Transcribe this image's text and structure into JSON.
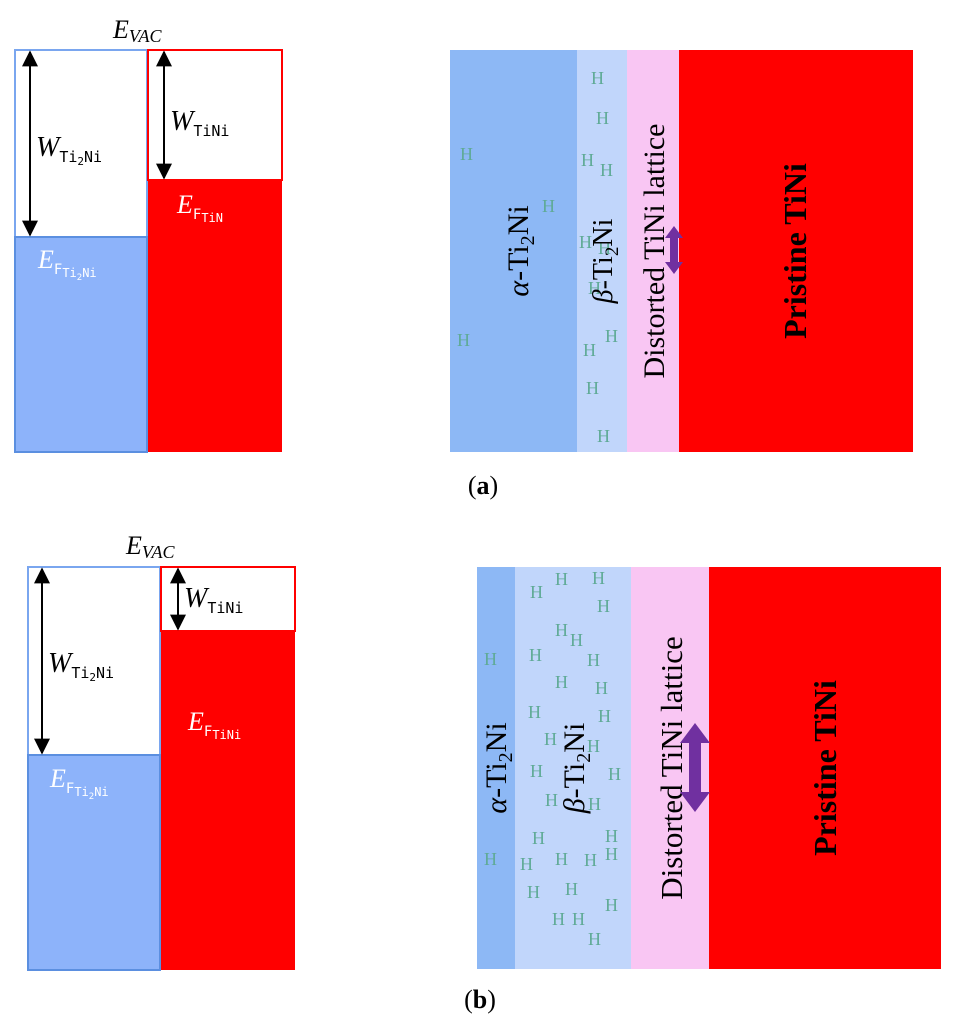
{
  "colors": {
    "ti2ni_blue": "#8db3fa",
    "ti2ni_border": "#5b8fe0",
    "tini_red": "#ff0000",
    "alpha_blue": "#8db8f5",
    "beta_blue": "#c1d6fb",
    "distorted_pink": "#f9c6f3",
    "pristine_red": "#ff0000",
    "h_green": "#5faa96",
    "arrow_purple": "#7030a0"
  },
  "panel_a": {
    "evac": {
      "main": "E",
      "sub": "VAC"
    },
    "w_ti2ni": {
      "main": "W",
      "sub1": "Ti",
      "sub2": "2",
      "sub3": "Ni"
    },
    "w_tini": {
      "main": "W",
      "sub": "TiNi"
    },
    "ef_tini": {
      "main": "E",
      "sub1": "F",
      "sub2": "TiN"
    },
    "ef_ti2ni": {
      "main": "E",
      "sub1": "F",
      "sub2": "Ti",
      "sub3": "2",
      "sub4": "Ni"
    },
    "alpha_label": {
      "greek": "α",
      "text": "-Ti",
      "sub": "2",
      "tail": "Ni"
    },
    "beta_label": {
      "greek": "β",
      "text": "-Ti",
      "sub": "2",
      "tail": "Ni"
    },
    "distorted_label": "Distorted TiNi lattice",
    "pristine_label": "Pristine TiNi",
    "h_symbol": "H",
    "caption": {
      "open": "(",
      "letter": "a",
      "close": ")"
    }
  },
  "panel_b": {
    "evac": {
      "main": "E",
      "sub": "VAC"
    },
    "w_ti2ni": {
      "main": "W",
      "sub1": "Ti",
      "sub2": "2",
      "sub3": "Ni"
    },
    "w_tini": {
      "main": "W",
      "sub": "TiNi"
    },
    "ef_tini": {
      "main": "E",
      "sub1": "F",
      "sub2": "TiNi"
    },
    "ef_ti2ni": {
      "main": "E",
      "sub1": "F",
      "sub2": "Ti",
      "sub3": "2",
      "sub4": "Ni"
    },
    "alpha_label": {
      "greek": "α",
      "text": "-Ti",
      "sub": "2",
      "tail": "Ni"
    },
    "beta_label": {
      "greek": "β",
      "text": "-Ti",
      "sub": "2",
      "tail": "Ni"
    },
    "distorted_label": "Distorted TiNi lattice",
    "pristine_label": "Pristine TiNi",
    "h_symbol": "H",
    "caption": {
      "open": "(",
      "letter": "b",
      "close": ")"
    }
  }
}
